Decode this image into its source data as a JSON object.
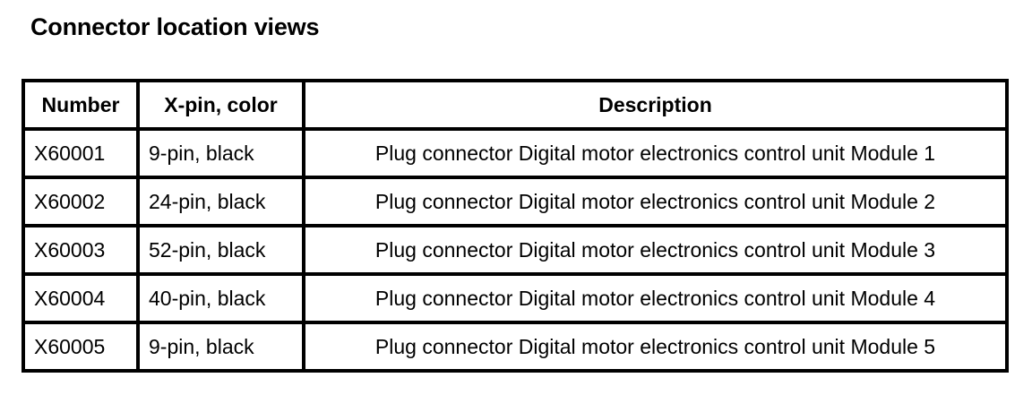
{
  "page": {
    "title": "Connector location views",
    "background_color": "#ffffff",
    "text_color": "#000000",
    "border_color": "#000000"
  },
  "table": {
    "headers": {
      "number": "Number",
      "xpin": "X-pin, color",
      "description": "Description"
    },
    "rows": [
      {
        "number": "X60001",
        "xpin": "9-pin, black",
        "description": "Plug connector Digital motor electronics control unit Module 1"
      },
      {
        "number": "X60002",
        "xpin": "24-pin, black",
        "description": "Plug connector Digital motor electronics control unit Module 2"
      },
      {
        "number": "X60003",
        "xpin": "52-pin, black",
        "description": "Plug connector Digital motor electronics control unit Module 3"
      },
      {
        "number": "X60004",
        "xpin": "40-pin, black",
        "description": "Plug connector Digital motor electronics control unit Module 4"
      },
      {
        "number": "X60005",
        "xpin": "9-pin, black",
        "description": "Plug connector Digital motor electronics control unit Module 5"
      }
    ]
  }
}
